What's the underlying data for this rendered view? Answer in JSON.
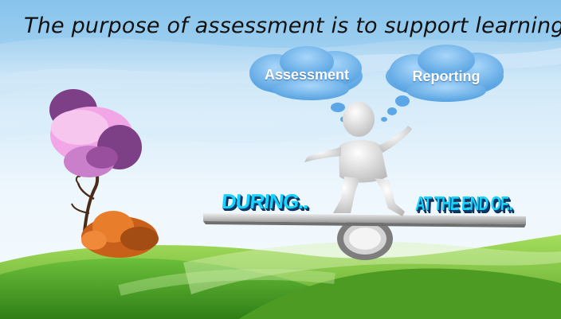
{
  "slide": {
    "title": "The purpose of assessment is to support learning",
    "thought_bubbles": [
      {
        "label": "Assessment"
      },
      {
        "label": "Reporting"
      }
    ],
    "seesaw_labels": {
      "left": "DURING..",
      "right": "AT THE END OF.."
    }
  },
  "colors": {
    "sky": "#dff0fb",
    "sky_band": "#8ec8ee",
    "cloud": "#6fb4ec",
    "hill_dark": "#3f8f1f",
    "hill_light": "#9fdc5a",
    "word_fill": "#19d3ff",
    "tree_pink": "#f3a6e6",
    "tree_purple": "#7d3f86",
    "bush_orange": "#d66a1f"
  }
}
